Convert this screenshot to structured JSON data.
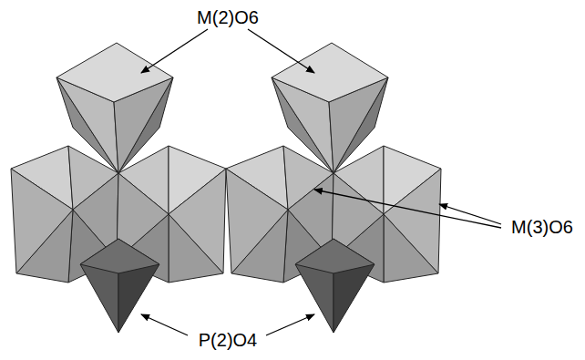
{
  "diagram": {
    "labels": [
      "M(2)O6",
      "M(3)O6",
      "P(2)O4"
    ]
  }
}
